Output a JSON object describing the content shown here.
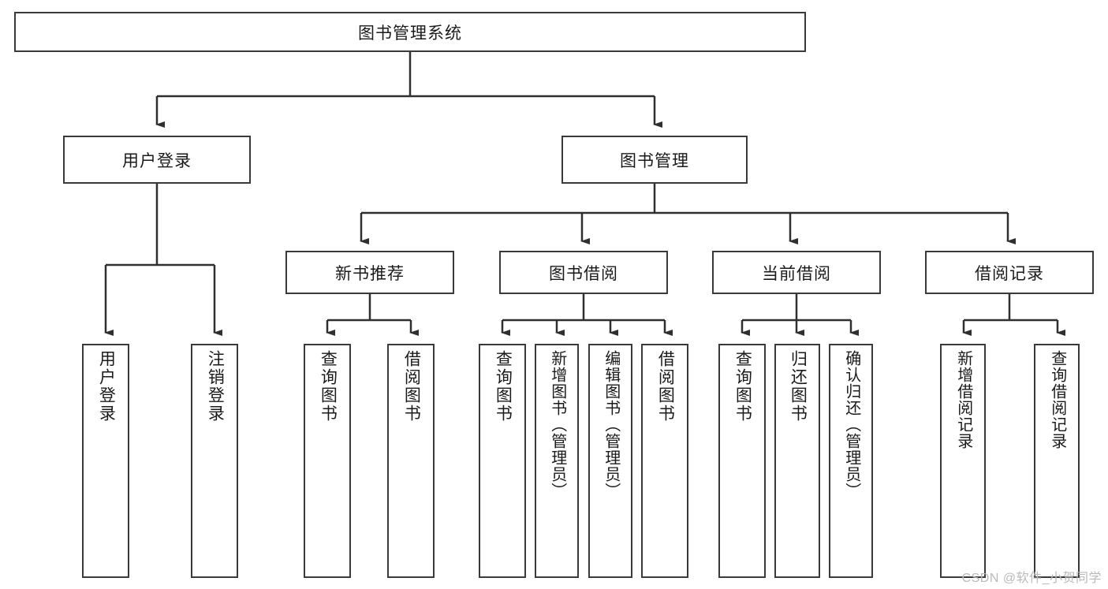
{
  "diagram": {
    "type": "tree",
    "title": "图书管理系统",
    "orientation": "top-down",
    "levels": 4,
    "colors": {
      "box_border": "#3a3a3a",
      "box_fill": "#ffffff",
      "connector": "#2f2f2f",
      "text": "#1a1a1a",
      "watermark": "#b9b9b9",
      "background": "#ffffff"
    }
  },
  "root": {
    "label": "图书管理系统"
  },
  "level2": [
    {
      "label": "用户登录"
    },
    {
      "label": "图书管理"
    }
  ],
  "level3": [
    {
      "label": "新书推荐"
    },
    {
      "label": "图书借阅"
    },
    {
      "label": "当前借阅"
    },
    {
      "label": "借阅记录"
    }
  ],
  "leaves": {
    "user_login": [
      {
        "label": "用户登录"
      },
      {
        "label": "注销登录"
      }
    ],
    "new_book_recommend": [
      {
        "label": "查询图书"
      },
      {
        "label": "借阅图书"
      }
    ],
    "book_borrow": [
      {
        "label": "查询图书"
      },
      {
        "label": "新增图书（管理员）"
      },
      {
        "label": "编辑图书（管理员）"
      },
      {
        "label": "借阅图书"
      }
    ],
    "current_borrow": [
      {
        "label": "查询图书"
      },
      {
        "label": "归还图书"
      },
      {
        "label": "确认归还（管理员）"
      }
    ],
    "borrow_record": [
      {
        "label": "新增借阅记录"
      },
      {
        "label": "查询借阅记录"
      }
    ]
  },
  "watermark": {
    "text": "CSDN @软件_小贺同学"
  }
}
